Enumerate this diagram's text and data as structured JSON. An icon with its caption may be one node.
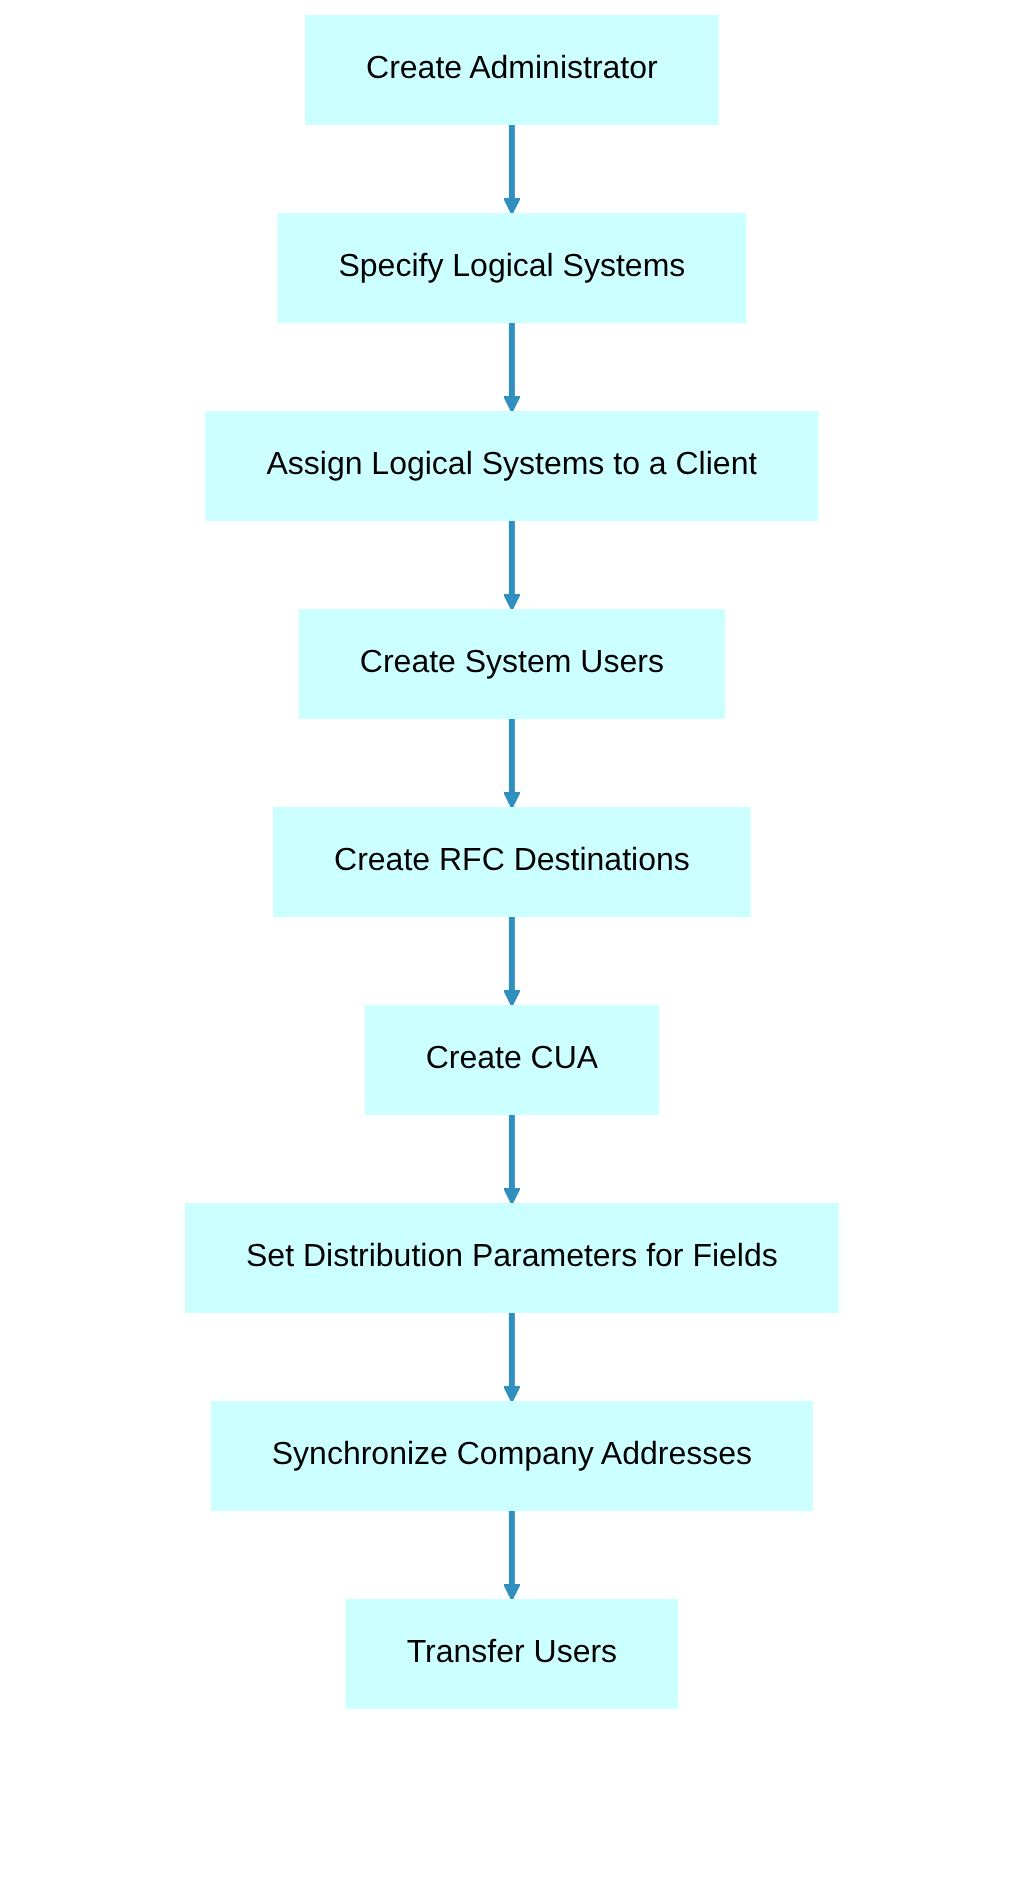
{
  "diagram": {
    "nodes": [
      {
        "text": [
          "Create Administrator"
        ]
      },
      {
        "text": [
          "Specify Logical Systems"
        ]
      },
      {
        "text": [
          "Assign Logical Systems to a Client"
        ]
      },
      {
        "text": [
          "Create System Users"
        ]
      },
      {
        "text": [
          "Create RFC Destinations"
        ]
      },
      {
        "text": [
          "Create CUA"
        ]
      },
      {
        "text": [
          "Set Distribution Parameters for Fields"
        ]
      },
      {
        "text": [
          "Synchronize Company Addresses"
        ]
      },
      {
        "text": [
          "Transfer Users"
        ]
      }
    ],
    "edges": [
      {
        "from": 0,
        "to": 1,
        "arrow": "to"
      },
      {
        "from": 1,
        "to": 2,
        "arrow": "to"
      },
      {
        "from": 2,
        "to": 3,
        "arrow": "to"
      },
      {
        "from": 3,
        "to": 4,
        "arrow": "to"
      },
      {
        "from": 4,
        "to": 5,
        "arrow": "to"
      },
      {
        "from": 5,
        "to": 6,
        "arrow": "to"
      },
      {
        "from": 6,
        "to": 7,
        "arrow": "to"
      },
      {
        "from": 7,
        "to": 8,
        "arrow": "to"
      }
    ]
  }
}
